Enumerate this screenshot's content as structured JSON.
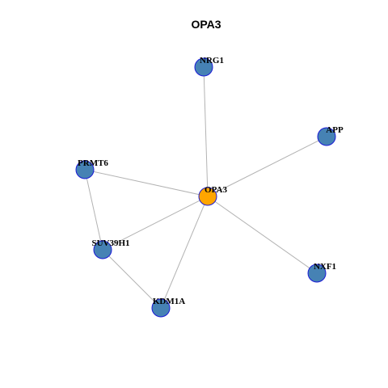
{
  "title": "OPA3",
  "colors": {
    "center_node": "#ffa500",
    "other_node": "#4682b4",
    "node_border": "#1a1ad6",
    "edge": "#b3b3b3"
  },
  "nodes": [
    {
      "id": "OPA3",
      "label": "OPA3",
      "role": "center"
    },
    {
      "id": "NRG1",
      "label": "NRG1",
      "role": "neighbor"
    },
    {
      "id": "APP",
      "label": "APP",
      "role": "neighbor"
    },
    {
      "id": "PRMT6",
      "label": "PRMT6",
      "role": "neighbor"
    },
    {
      "id": "SUV39H1",
      "label": "SUV39H1",
      "role": "neighbor"
    },
    {
      "id": "KDM1A",
      "label": "KDM1A",
      "role": "neighbor"
    },
    {
      "id": "NXF1",
      "label": "NXF1",
      "role": "neighbor"
    }
  ],
  "edges": [
    {
      "source": "OPA3",
      "target": "NRG1"
    },
    {
      "source": "OPA3",
      "target": "APP"
    },
    {
      "source": "OPA3",
      "target": "PRMT6"
    },
    {
      "source": "OPA3",
      "target": "SUV39H1"
    },
    {
      "source": "OPA3",
      "target": "KDM1A"
    },
    {
      "source": "OPA3",
      "target": "NXF1"
    },
    {
      "source": "PRMT6",
      "target": "SUV39H1"
    },
    {
      "source": "SUV39H1",
      "target": "KDM1A"
    }
  ]
}
